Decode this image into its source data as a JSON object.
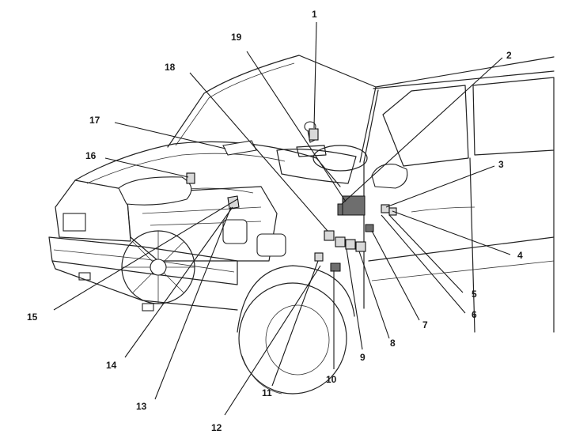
{
  "figure": {
    "callouts": [
      {
        "id": "c1",
        "text": "1"
      },
      {
        "id": "c2",
        "text": "2"
      },
      {
        "id": "c3",
        "text": "3"
      },
      {
        "id": "c4",
        "text": "4"
      },
      {
        "id": "c5",
        "text": "5"
      },
      {
        "id": "c6",
        "text": "6"
      },
      {
        "id": "c7",
        "text": "7"
      },
      {
        "id": "c8",
        "text": "8"
      },
      {
        "id": "c9",
        "text": "9"
      },
      {
        "id": "c10",
        "text": "10"
      },
      {
        "id": "c11",
        "text": "11"
      },
      {
        "id": "c12",
        "text": "12"
      },
      {
        "id": "c13",
        "text": "13"
      },
      {
        "id": "c14",
        "text": "14"
      },
      {
        "id": "c15",
        "text": "15"
      },
      {
        "id": "c16",
        "text": "16"
      },
      {
        "id": "c17",
        "text": "17"
      },
      {
        "id": "c18",
        "text": "18"
      },
      {
        "id": "c19",
        "text": "19"
      }
    ]
  }
}
